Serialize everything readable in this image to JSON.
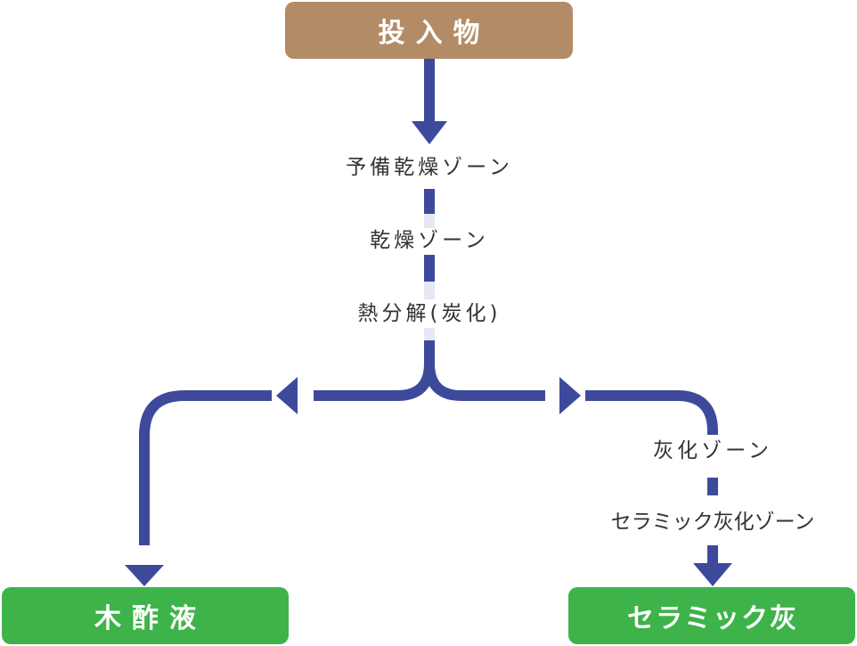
{
  "diagram": {
    "nodes": {
      "input": "投入物",
      "pyroligneous": "木酢液",
      "ceramic_ash": "セラミック灰"
    },
    "stages_main": [
      "予備乾燥ゾーン",
      "乾燥ゾーン",
      "熱分解(炭化)"
    ],
    "stages_right": [
      "灰化ゾーン",
      "セラミック灰化ゾーン"
    ],
    "colors": {
      "arrow": "#3d4a9c",
      "dash_light": "#e6e8f5",
      "input_box": "#b38b66",
      "output_box": "#3db34a"
    }
  }
}
